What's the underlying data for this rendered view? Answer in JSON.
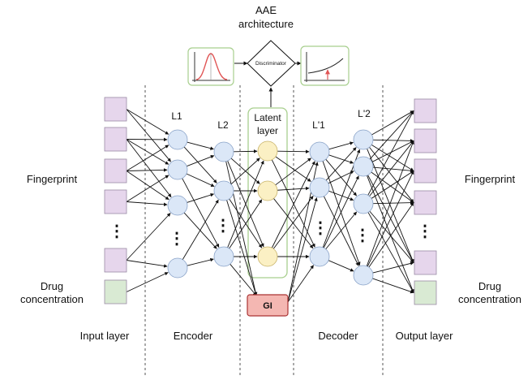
{
  "title": {
    "line1": "AAE",
    "line2": "architecture"
  },
  "discriminator": {
    "label": "Discriminator"
  },
  "sections": {
    "input": "Input layer",
    "encoder": "Encoder",
    "decoder": "Decoder",
    "output": "Output layer"
  },
  "layers": {
    "l1": "L1",
    "l2": "L2",
    "latent_line1": "Latent",
    "latent_line2": "layer",
    "lp1": "L'1",
    "lp2": "L'2"
  },
  "gi": {
    "label": "GI"
  },
  "ellipsis": "⋮",
  "input_side": {
    "fingerprint": "Fingerprint",
    "drug_line1": "Drug",
    "drug_line2": "concentration"
  },
  "output_side": {
    "fingerprint": "Fingerprint",
    "drug_line1": "Drug",
    "drug_line2": "concentration"
  },
  "colors": {
    "fingerprint_box": "#e6d6ec",
    "drug_box": "#d9ead3",
    "encoder_node": "#dbe7f7",
    "latent_node": "#fbf0c4",
    "gi_box": "#f4b7b2",
    "latent_panel_border": "#a8cf8e",
    "mini_chart_border": "#a8cf8e",
    "curve": "#e05555"
  }
}
